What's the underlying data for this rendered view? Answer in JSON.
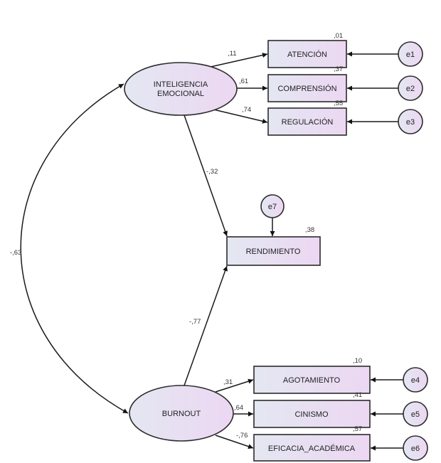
{
  "diagram": {
    "type": "structural-equation-model",
    "colors": {
      "fill_start": "#e4e7f2",
      "fill_end": "#ecd7f2",
      "stroke": "#2b2b2b",
      "background": "#ffffff"
    },
    "latent": [
      {
        "id": "ie",
        "label_lines": [
          "INTELIGENCIA",
          "EMOCIONAL"
        ]
      },
      {
        "id": "burnout",
        "label_lines": [
          "BURNOUT"
        ]
      }
    ],
    "observed": [
      {
        "id": "atencion",
        "label": "ATENCIÓN",
        "r2": ",01",
        "error": "e1"
      },
      {
        "id": "comprension",
        "label": "COMPRENSIÓN",
        "r2": ",37",
        "error": "e2"
      },
      {
        "id": "regulacion",
        "label": "REGULACIÓN",
        "r2": ",55",
        "error": "e3"
      },
      {
        "id": "agotamiento",
        "label": "AGOTAMIENTO",
        "r2": ",10",
        "error": "e4"
      },
      {
        "id": "cinismo",
        "label": "CINISMO",
        "r2": ",41",
        "error": "e5"
      },
      {
        "id": "eficacia",
        "label": "EFICACIA_ACADÉMICA",
        "r2": ",57",
        "error": "e6"
      },
      {
        "id": "rendimiento",
        "label": "RENDIMIENTO",
        "r2": ",38",
        "error": "e7"
      }
    ],
    "paths": [
      {
        "from": "ie",
        "to": "atencion",
        "coef": ",11"
      },
      {
        "from": "ie",
        "to": "comprension",
        "coef": ",61"
      },
      {
        "from": "ie",
        "to": "regulacion",
        "coef": ",74"
      },
      {
        "from": "burnout",
        "to": "agotamiento",
        "coef": ",31"
      },
      {
        "from": "burnout",
        "to": "cinismo",
        "coef": ",64"
      },
      {
        "from": "burnout",
        "to": "eficacia",
        "coef": "-,76"
      },
      {
        "from": "ie",
        "to": "rendimiento",
        "coef": "-,32"
      },
      {
        "from": "burnout",
        "to": "rendimiento",
        "coef": "-,77"
      }
    ],
    "covariances": [
      {
        "between": [
          "ie",
          "burnout"
        ],
        "coef": "-,63"
      }
    ]
  }
}
